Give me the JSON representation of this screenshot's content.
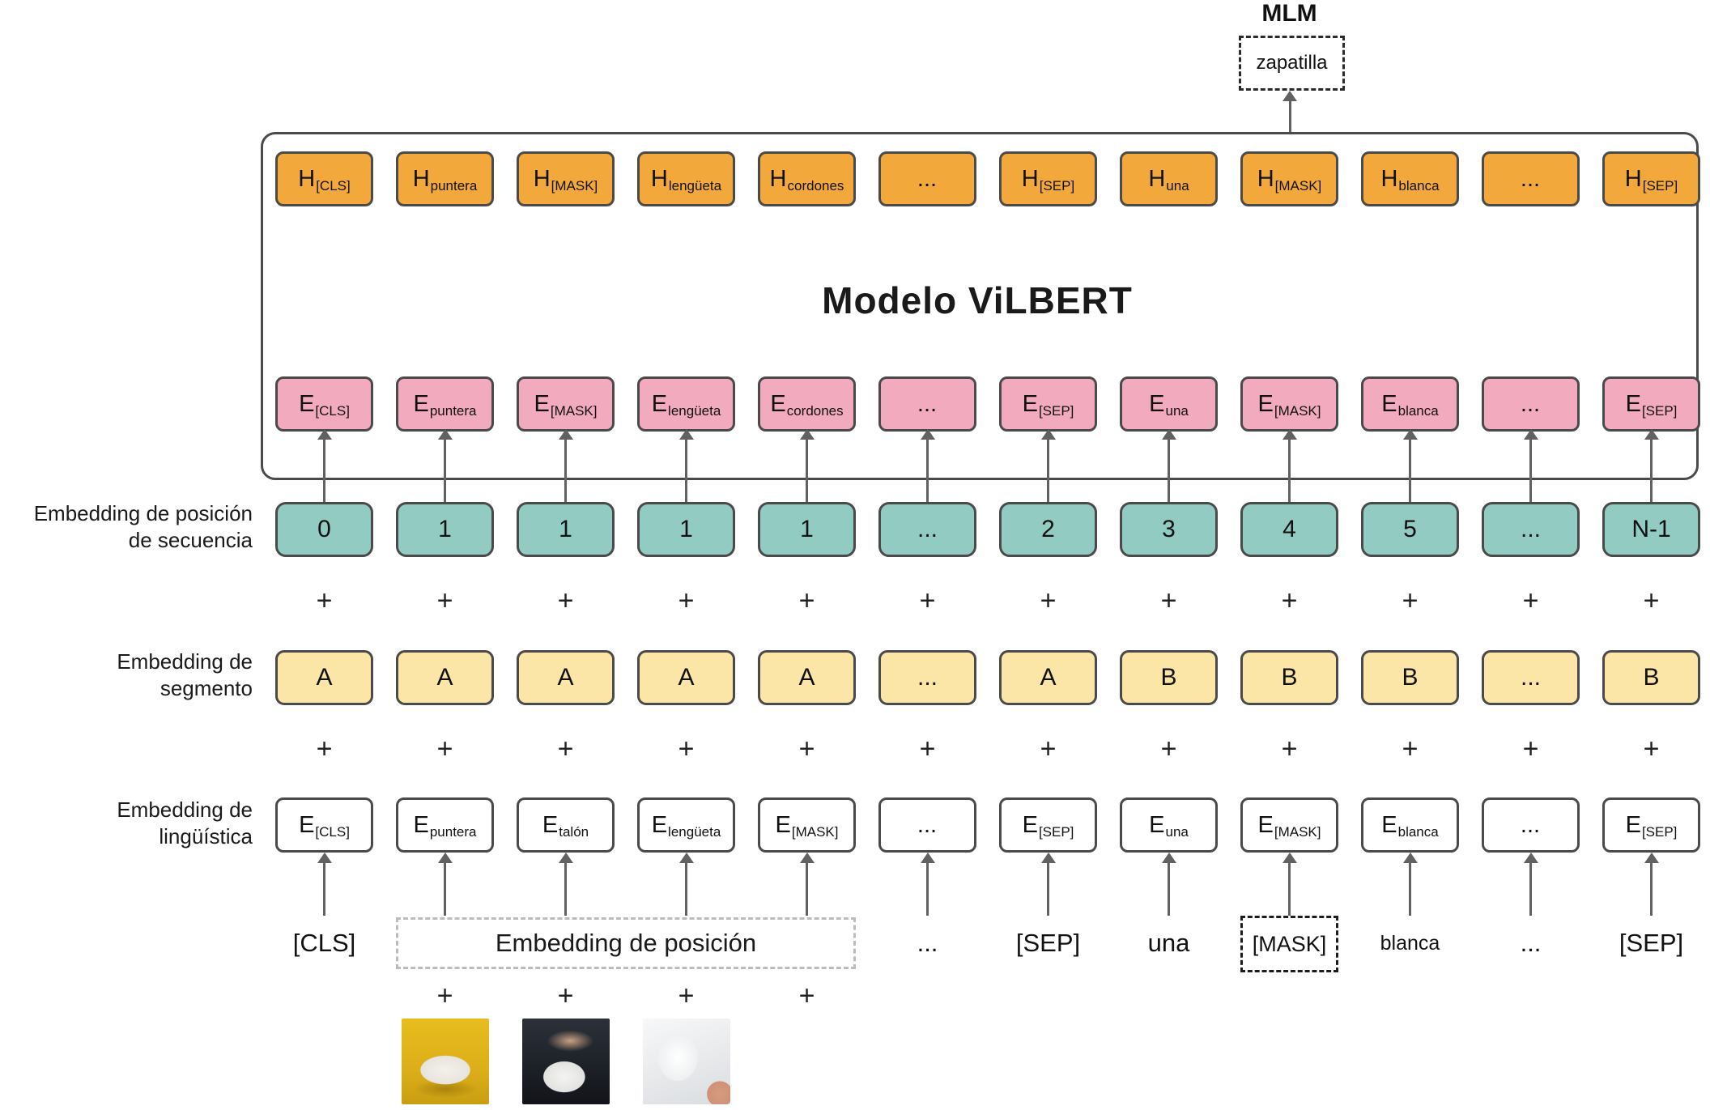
{
  "mlm": {
    "title": "MLM",
    "token": "zapatilla"
  },
  "model": {
    "title": "Modelo ViLBERT"
  },
  "symbols": {
    "plus": "+"
  },
  "labels": {
    "position_line1": "Embedding de posición",
    "position_line2": "de secuencia",
    "segment_line1": "Embedding de",
    "segment_line2": "segmento",
    "linguistic_line1": "Embedding de",
    "linguistic_line2": "lingüística"
  },
  "colors": {
    "hidden_box": "#F3A83B",
    "output_embedding_box": "#F2AABF",
    "position_box": "#91CBC1",
    "segment_box": "#FBE6A8",
    "border": "#4a4a4a"
  },
  "rows": {
    "hidden": [
      {
        "main": "H",
        "sub": "[CLS]"
      },
      {
        "main": "H",
        "sub": "puntera"
      },
      {
        "main": "H",
        "sub": "[MASK]"
      },
      {
        "main": "H",
        "sub": "lengüeta"
      },
      {
        "main": "H",
        "sub": "cordones"
      },
      {
        "main": "...",
        "sub": ""
      },
      {
        "main": "H",
        "sub": "[SEP]"
      },
      {
        "main": "H",
        "sub": "una"
      },
      {
        "main": "H",
        "sub": "[MASK]"
      },
      {
        "main": "H",
        "sub": "blanca"
      },
      {
        "main": "...",
        "sub": ""
      },
      {
        "main": "H",
        "sub": "[SEP]"
      }
    ],
    "embedding": [
      {
        "main": "E",
        "sub": "[CLS]"
      },
      {
        "main": "E",
        "sub": "puntera"
      },
      {
        "main": "E",
        "sub": "[MASK]"
      },
      {
        "main": "E",
        "sub": "lengüeta"
      },
      {
        "main": "E",
        "sub": "cordones"
      },
      {
        "main": "...",
        "sub": ""
      },
      {
        "main": "E",
        "sub": "[SEP]"
      },
      {
        "main": "E",
        "sub": "una"
      },
      {
        "main": "E",
        "sub": "[MASK]"
      },
      {
        "main": "E",
        "sub": "blanca"
      },
      {
        "main": "...",
        "sub": ""
      },
      {
        "main": "E",
        "sub": "[SEP]"
      }
    ],
    "position": [
      "0",
      "1",
      "1",
      "1",
      "1",
      "...",
      "2",
      "3",
      "4",
      "5",
      "...",
      "N-1"
    ],
    "segment": [
      "A",
      "A",
      "A",
      "A",
      "A",
      "...",
      "A",
      "B",
      "B",
      "B",
      "...",
      "B"
    ],
    "linguistic": [
      {
        "main": "E",
        "sub": "[CLS]"
      },
      {
        "main": "E",
        "sub": "puntera"
      },
      {
        "main": "E",
        "sub": "talón"
      },
      {
        "main": "E",
        "sub": "lengüeta"
      },
      {
        "main": "E",
        "sub": "[MASK]"
      },
      {
        "main": "...",
        "sub": ""
      },
      {
        "main": "E",
        "sub": "[SEP]"
      },
      {
        "main": "E",
        "sub": "una"
      },
      {
        "main": "E",
        "sub": "[MASK]"
      },
      {
        "main": "E",
        "sub": "blanca"
      },
      {
        "main": "...",
        "sub": ""
      },
      {
        "main": "E",
        "sub": "[SEP]"
      }
    ]
  },
  "tokens": {
    "cls": "[CLS]",
    "position_box": "Embedding de posición",
    "ellipsis1": "...",
    "sep1": "[SEP]",
    "una": "una",
    "mask": "[MASK]",
    "blanca": "blanca",
    "ellipsis2": "...",
    "sep2": "[SEP]"
  },
  "images": [
    "sneaker-toe-on-yellow",
    "sneaker-heel-dark",
    "sneaker-tongue-white"
  ]
}
